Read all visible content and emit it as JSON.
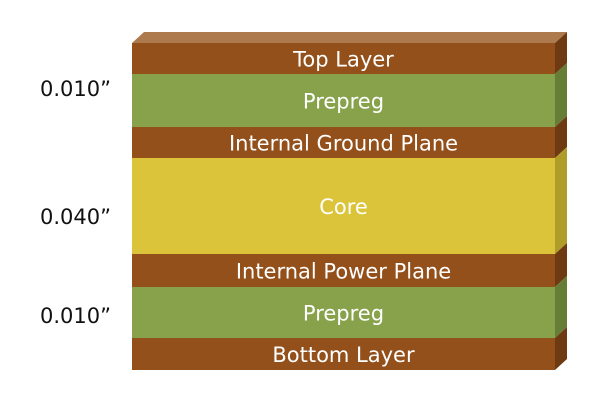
{
  "diagram": {
    "layers": [
      {
        "label": "Top Layer",
        "type": "copper"
      },
      {
        "label": "Prepreg",
        "type": "prepreg"
      },
      {
        "label": "Internal Ground Plane",
        "type": "copper"
      },
      {
        "label": "Core",
        "type": "core"
      },
      {
        "label": "Internal Power Plane",
        "type": "copper"
      },
      {
        "label": "Prepreg",
        "type": "prepreg"
      },
      {
        "label": "Bottom Layer",
        "type": "copper"
      }
    ],
    "thicknesses": [
      "0.010”",
      "0.040”",
      "0.010”"
    ],
    "colors": {
      "copper": "#93501b",
      "copper_side": "#6e3a12",
      "copper_top": "#ad7a4e",
      "prepreg": "#87a24b",
      "prepreg_side": "#667d36",
      "core": "#dcc43a",
      "core_side": "#b09c28"
    }
  }
}
